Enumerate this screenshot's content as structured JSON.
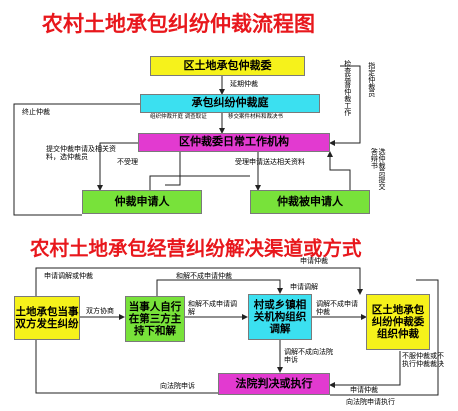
{
  "title1": "农村土地承包纠纷仲裁流程图",
  "title2": "农村土地承包经营纠纷解决渠道或方式",
  "flow1": {
    "box_committee": "区土地承包仲裁委",
    "box_tribunal": "承包纠纷仲裁庭",
    "box_office": "区仲裁委日常工作机构",
    "box_applicant": "仲裁申请人",
    "box_respondent": "仲裁被申请人",
    "lbl_extend": "延期仲裁",
    "lbl_terminate": "终止仲裁",
    "lbl_hearing": "组织仲裁开庭 调查取证",
    "lbl_submit": "移交案件材料和裁决书",
    "lbl_submit_apply": "提交仲裁申请及相关资料，选仲裁员",
    "lbl_reject": "不受理",
    "lbl_accept": "受理申请送达相关资料",
    "lbl_right_top": "检查监督仲裁工作",
    "lbl_right_assign": "指定仲裁员",
    "lbl_right_choose": "选仲裁员提交答辩书"
  },
  "flow2": {
    "box_parties": "土地承包当事双方发生纠纷",
    "box_self": "当事人自行在第三方主持下和解",
    "box_mediate": "村或乡镇相关机构组织调解",
    "box_arbitrate": "区土地承包纠纷仲裁委组织仲裁",
    "box_court": "法院判决或执行",
    "lbl_top_left": "申请调解或仲裁",
    "lbl_top_mid": "和解不成申请仲裁",
    "lbl_top_right": "申请仲裁",
    "lbl_top_right2": "申请调解",
    "lbl_negotiate": "双方协商",
    "lbl_fail_mediate": "和解不成申请调解",
    "lbl_fail_arbitrate": "调解不成申请仲裁",
    "lbl_fail_sue": "调解不成向法院申诉",
    "lbl_appeal": "不服仲裁或不执行仲裁裁决",
    "lbl_bottom_left": "向法院申诉",
    "lbl_bottom_right": "向法院申请执行",
    "lbl_apply_arb": "申请仲裁"
  }
}
